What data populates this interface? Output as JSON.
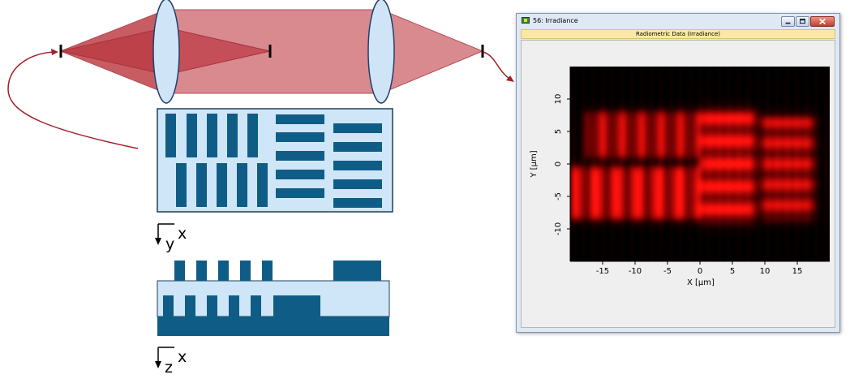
{
  "window": {
    "title": "56: Irradiance",
    "header": "Radiometric Data (Irradiance)"
  },
  "illustration": {
    "top_view_axis_1": "x",
    "top_view_axis_2": "y",
    "side_view_axis_1": "x",
    "side_view_axis_2": "z"
  },
  "chart_data": {
    "type": "heatmap",
    "xlabel": "X [µm]",
    "ylabel": "Y [µm]",
    "xlim": [
      -20,
      20
    ],
    "ylim": [
      -15,
      15
    ],
    "xticks": [
      -15,
      -10,
      -5,
      0,
      5,
      10,
      15
    ],
    "yticks": [
      -10,
      -5,
      0,
      5,
      10
    ],
    "xtick_labels": [
      "-15",
      "-10",
      "-5",
      "0",
      "5",
      "10",
      "15"
    ],
    "ytick_labels": [
      "-10",
      "-5",
      "0",
      "5",
      "10"
    ],
    "colormap": "black-to-red",
    "colors": {
      "low": "#000000",
      "high": "#ff0000"
    },
    "regions": [
      {
        "name": "vertical lines upper row",
        "x": [
          -17.5,
          0
        ],
        "y": [
          1,
          8
        ],
        "orientation": "vertical",
        "period": 3.0,
        "intensity": 0.8
      },
      {
        "name": "vertical lines lower row",
        "x": [
          -20,
          0
        ],
        "y": [
          -8.5,
          -0.5
        ],
        "orientation": "vertical",
        "period": 3.2,
        "intensity": 1.0
      },
      {
        "name": "large block",
        "x": [
          0,
          8.5
        ],
        "y": [
          -9,
          8.5
        ],
        "orientation": "horizontal",
        "period": 3.5,
        "intensity": 1.0
      },
      {
        "name": "horizontal lines",
        "x": [
          9.5,
          17.5
        ],
        "y": [
          -8.5,
          7.5
        ],
        "orientation": "horizontal",
        "period": 3.2,
        "intensity": 0.85
      }
    ]
  }
}
